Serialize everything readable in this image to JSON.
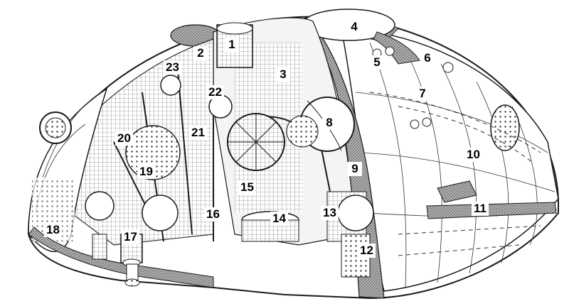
{
  "diagram": {
    "callouts": [
      "1",
      "2",
      "3",
      "4",
      "5",
      "6",
      "7",
      "8",
      "9",
      "10",
      "11",
      "12",
      "13",
      "14",
      "15",
      "16",
      "17",
      "18",
      "19",
      "20",
      "21",
      "22",
      "23"
    ]
  },
  "colors": {
    "line": "#1a1a1a",
    "hatch": "#7a7a7a",
    "background": "#ffffff"
  }
}
